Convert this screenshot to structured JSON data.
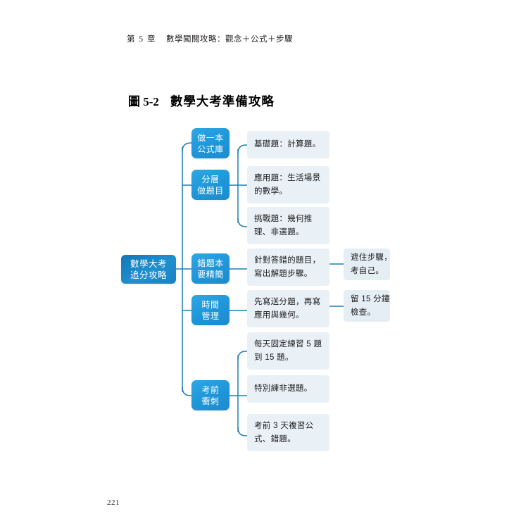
{
  "page": {
    "running_head": "第 5 章　數學闖關攻略：觀念＋公式＋步驟",
    "running_head_chapter": "第 5 章",
    "running_head_title": "數學闖關攻略：觀念＋公式＋步驟",
    "folio": "221"
  },
  "figure": {
    "number": "圖 5-2",
    "title": "數學大考準備攻略"
  },
  "colors": {
    "root_blue": "#1f8fd0",
    "branch_blue": "#2099da",
    "leaf_bg": "#e9f1f7",
    "connector": "#1f7fb8",
    "text_dark": "#231f20",
    "node_text": "#ffffff"
  },
  "chart_data": {
    "type": "diagram",
    "diagram_kind": "mind-map",
    "title": "數學大考準備攻略",
    "root": {
      "lines": [
        "數學大考",
        "追分攻略"
      ]
    },
    "branches": [
      {
        "lines": [
          "做一本",
          "公式庫"
        ],
        "children": []
      },
      {
        "lines": [
          "分層",
          "做題目"
        ],
        "children": [
          {
            "lines": [
              "基礎題：計算題。"
            ],
            "children": []
          },
          {
            "lines": [
              "應用題：生活場景",
              "的數學。"
            ],
            "children": []
          },
          {
            "lines": [
              "挑戰題：幾何推",
              "理、非選題。"
            ],
            "children": []
          }
        ]
      },
      {
        "lines": [
          "錯題本",
          "要精簡"
        ],
        "children": [
          {
            "lines": [
              "針對答錯的題目，",
              "寫出解題步驟。"
            ],
            "children": [
              {
                "lines": [
                  "遮住步驟，",
                  "考自己。"
                ]
              }
            ]
          }
        ]
      },
      {
        "lines": [
          "時間",
          "管理"
        ],
        "children": [
          {
            "lines": [
              "先寫送分題，再寫",
              "應用與幾何。"
            ],
            "children": [
              {
                "lines": [
                  "留 15 分鐘",
                  "檢查。"
                ]
              }
            ]
          }
        ]
      },
      {
        "lines": [
          "考前",
          "衝刺"
        ],
        "children": [
          {
            "lines": [
              "每天固定練習 5 題",
              "到 15 題。"
            ],
            "children": []
          },
          {
            "lines": [
              "特別練非選題。"
            ],
            "children": []
          },
          {
            "lines": [
              "考前 3 天複習公",
              "式、錯題。"
            ],
            "children": []
          }
        ]
      }
    ]
  },
  "nodes": {
    "root": {
      "l1": "數學大考",
      "l2": "追分攻略"
    },
    "b1": {
      "l1": "做一本",
      "l2": "公式庫"
    },
    "b2": {
      "l1": "分層",
      "l2": "做題目"
    },
    "b3": {
      "l1": "錯題本",
      "l2": "要精簡"
    },
    "b4": {
      "l1": "時間",
      "l2": "管理"
    },
    "b5": {
      "l1": "考前",
      "l2": "衝刺"
    },
    "leaf1": {
      "l1": "基礎題：計算題。",
      "l2": ""
    },
    "leaf2": {
      "l1": "應用題：生活場景",
      "l2": "的數學。"
    },
    "leaf3": {
      "l1": "挑戰題：幾何推",
      "l2": "理、非選題。"
    },
    "leaf4": {
      "l1": "針對答錯的題目，",
      "l2": "寫出解題步驟。"
    },
    "leaf4t": {
      "l1": "遮住步驟，",
      "l2": "考自己。"
    },
    "leaf5": {
      "l1": "先寫送分題，再寫",
      "l2": "應用與幾何。"
    },
    "leaf5t": {
      "l1": "留 15 分鐘",
      "l2": "檢查。"
    },
    "leaf6": {
      "l1": "每天固定練習 5 題",
      "l2": "到 15 題。"
    },
    "leaf7": {
      "l1": "特別練非選題。",
      "l2": ""
    },
    "leaf8": {
      "l1": "考前 3 天複習公",
      "l2": "式、錯題。"
    }
  }
}
